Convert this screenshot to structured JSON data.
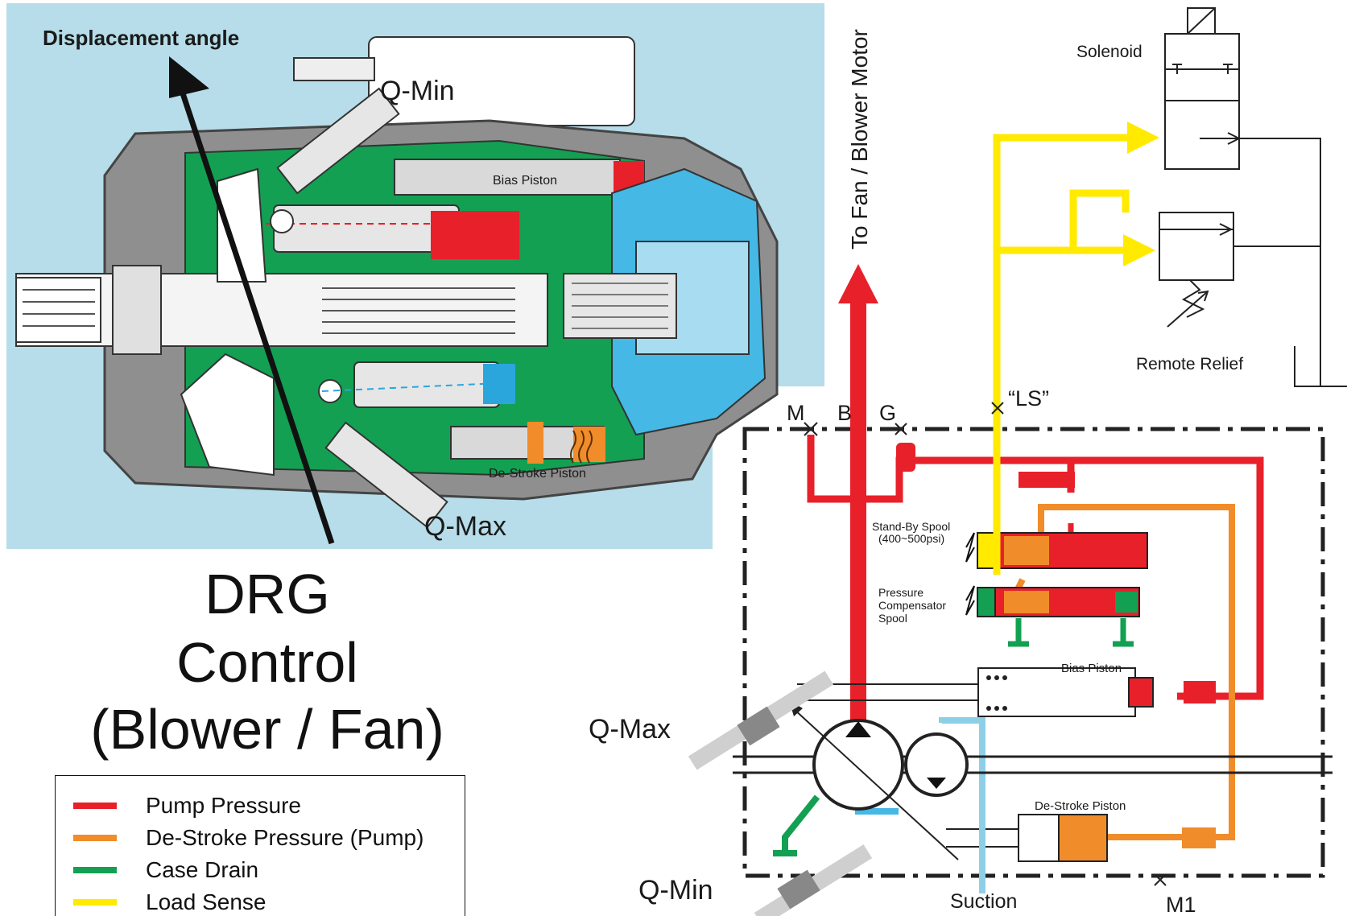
{
  "title": {
    "line1": "DRG",
    "line2": "Control",
    "line3": "(Blower / Fan)"
  },
  "cutaway": {
    "displacement_angle": "Displacement angle",
    "q_min": "Q-Min",
    "q_max": "Q-Max",
    "bias_piston": "Bias Piston",
    "destroke_piston": "De-Stroke Piston"
  },
  "schematic": {
    "to_fan": "To Fan / Blower Motor",
    "solenoid": "Solenoid",
    "remote_relief": "Remote Relief",
    "ls": "“LS”",
    "port_m": "M",
    "port_b": "B",
    "port_g": "G",
    "standby_spool_1": "Stand-By Spool",
    "standby_spool_2": "(400~500psi)",
    "comp_spool_1": "Pressure",
    "comp_spool_2": "Compensator",
    "comp_spool_3": "Spool",
    "bias_piston": "Bias Piston",
    "destroke_piston": "De-Stroke Piston",
    "q_max": "Q-Max",
    "q_min": "Q-Min",
    "suction": "Suction",
    "m1": "M1"
  },
  "legend": [
    {
      "label": "Pump Pressure",
      "color": "#e8202a"
    },
    {
      "label": "De-Stroke Pressure (Pump)",
      "color": "#f08c2a"
    },
    {
      "label": "Case Drain",
      "color": "#13a052"
    },
    {
      "label": "Load Sense",
      "color": "#ffea00"
    }
  ],
  "colors": {
    "pump_pressure": "#e8202a",
    "destroke": "#f08c2a",
    "case_drain": "#13a052",
    "load_sense": "#ffea00",
    "suction": "#8ecfe6",
    "background_cutaway": "#add8e6"
  }
}
